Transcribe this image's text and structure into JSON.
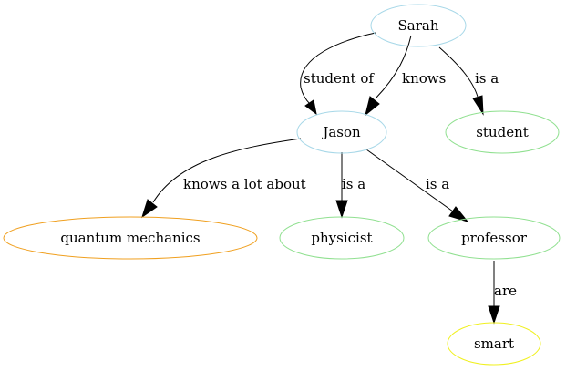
{
  "nodes": {
    "sarah": {
      "label": "Sarah",
      "color": "#a8d8e8"
    },
    "jason": {
      "label": "Jason",
      "color": "#a8d8e8"
    },
    "student": {
      "label": "student",
      "color": "#90e090"
    },
    "quantum": {
      "label": "quantum mechanics",
      "color": "#f0a020"
    },
    "physicist": {
      "label": "physicist",
      "color": "#90e090"
    },
    "professor": {
      "label": "professor",
      "color": "#90e090"
    },
    "smart": {
      "label": "smart",
      "color": "#f0f020"
    }
  },
  "edges": {
    "sarah_jason_student_of": {
      "label": "student of"
    },
    "sarah_jason_knows": {
      "label": "knows"
    },
    "sarah_student_is_a": {
      "label": "is a"
    },
    "jason_quantum": {
      "label": "knows a lot about"
    },
    "jason_physicist": {
      "label": "is a"
    },
    "jason_professor": {
      "label": "is a"
    },
    "professor_smart": {
      "label": "are"
    }
  }
}
